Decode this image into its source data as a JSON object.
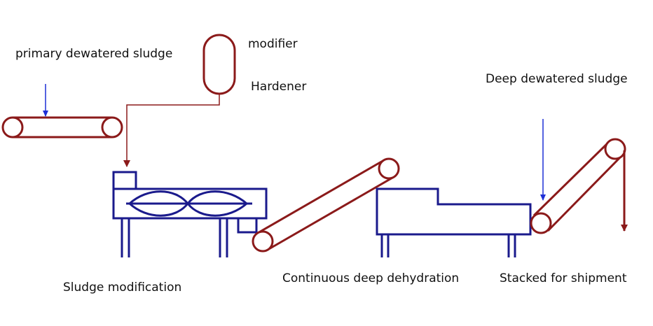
{
  "labels": {
    "primary_dewatered_sludge": "primary dewatered sludge",
    "modifier": "modifier",
    "hardener": "Hardener",
    "deep_dewatered_sludge": "Deep dewatered sludge",
    "sludge_modification": "Sludge modification",
    "continuous_deep_dehydration": "Continuous deep dehydration",
    "stacked_for_shipment": "Stacked for shipment"
  },
  "colors": {
    "conveyor": "#8b1a1a",
    "machine": "#1a1a8c",
    "arrow_blue": "#1e2fd6",
    "text": "#111111"
  }
}
